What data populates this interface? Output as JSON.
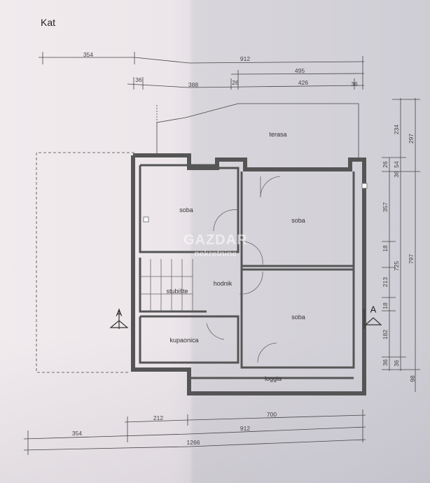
{
  "title": "Kat",
  "rooms": {
    "terrace": "terasa",
    "bedroom_left": "soba",
    "bedroom_right_top": "soba",
    "bedroom_right_bottom": "soba",
    "hallway": "hodnik",
    "stairs": "stubište",
    "bathroom": "kupaonica",
    "loggia": "loggia"
  },
  "section_markers": [
    "A",
    "A"
  ],
  "watermark": {
    "line1": "GAZDAR",
    "line2": "nekretnine"
  },
  "dimensions": {
    "top": [
      "354",
      "912",
      "495",
      "36",
      "388",
      "26",
      "426",
      "36"
    ],
    "right_inner": [
      "26",
      "357",
      "18",
      "213",
      "18",
      "182",
      "36"
    ],
    "right_middle": [
      "234",
      "54",
      "36",
      "725",
      "36"
    ],
    "right_outer": [
      "297",
      "797",
      "98"
    ],
    "bottom": [
      "212",
      "700",
      "354",
      "912",
      "1266"
    ]
  }
}
